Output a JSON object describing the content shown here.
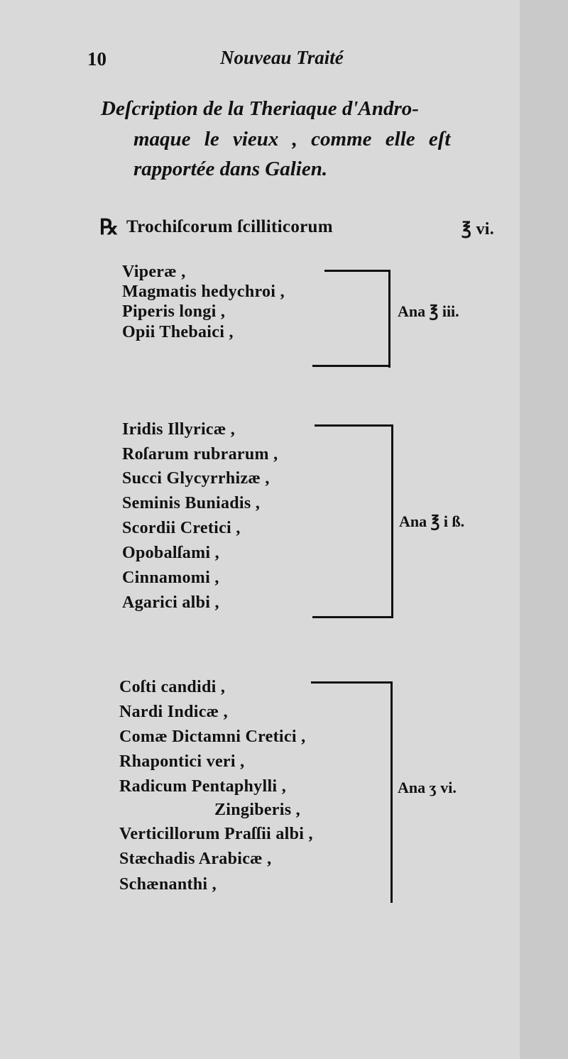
{
  "header": {
    "page_number": "10",
    "running_title": "Nouveau Traité"
  },
  "title_lines": [
    "Deſcription de la Theriaque d'Andro-",
    "maque le vieux , comme elle eſt",
    "rapportée dans Galien."
  ],
  "recipe": {
    "symbol": "℞",
    "ingredient": "Trochiſcorum ſcilliticorum",
    "quantity": "℥ vi."
  },
  "groups": [
    {
      "items": [
        "Viperæ ,",
        "Magmatis hedychroi ,",
        "Piperis longi ,",
        "Opii Thebaici ,"
      ],
      "quantity": "Ana ℥ iii."
    },
    {
      "items": [
        "Iridis Illyricæ ,",
        "Roſarum rubrarum ,",
        "Succi Glycyrrhizæ ,",
        "Seminis Buniadis ,",
        "Scordii Cretici ,",
        "Opobalſami ,",
        "Cinnamomi ,",
        "Agarici albi ,"
      ],
      "quantity": "Ana ℥ i ß."
    },
    {
      "items": [
        "Coſti candidi ,",
        "Nardi Indicæ ,",
        "Comæ Dictamni Cretici ,",
        "Rhapontici veri ,",
        "Radicum Pentaphylli ,",
        "Zingiberis ,",
        "Verticillorum Praſſii albi ,",
        "Stæchadis Arabicæ ,",
        "Schænanthi ,"
      ],
      "quantity": "Ana ʒ vi."
    }
  ]
}
